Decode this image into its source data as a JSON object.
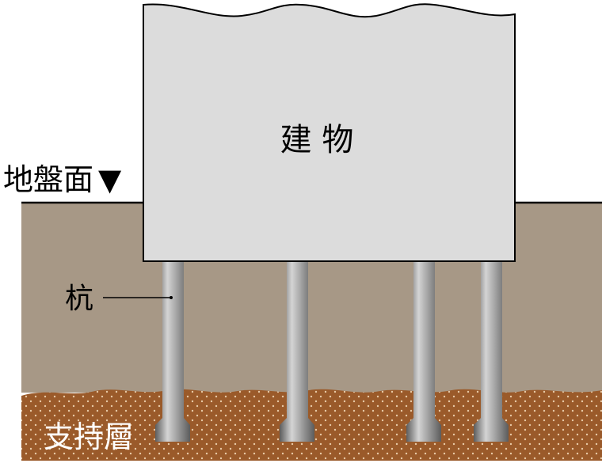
{
  "labels": {
    "building": "建 物",
    "ground_surface": "地盤面",
    "ground_marker": "▼",
    "pile": "杭",
    "bearing_layer": "支持層"
  },
  "colors": {
    "soil": "#a79886",
    "bearing_layer": "#9a5a2a",
    "building_fill": "#dcdcdc",
    "pile_light": "#d4d4d4",
    "pile_dark": "#5c5c5c"
  }
}
